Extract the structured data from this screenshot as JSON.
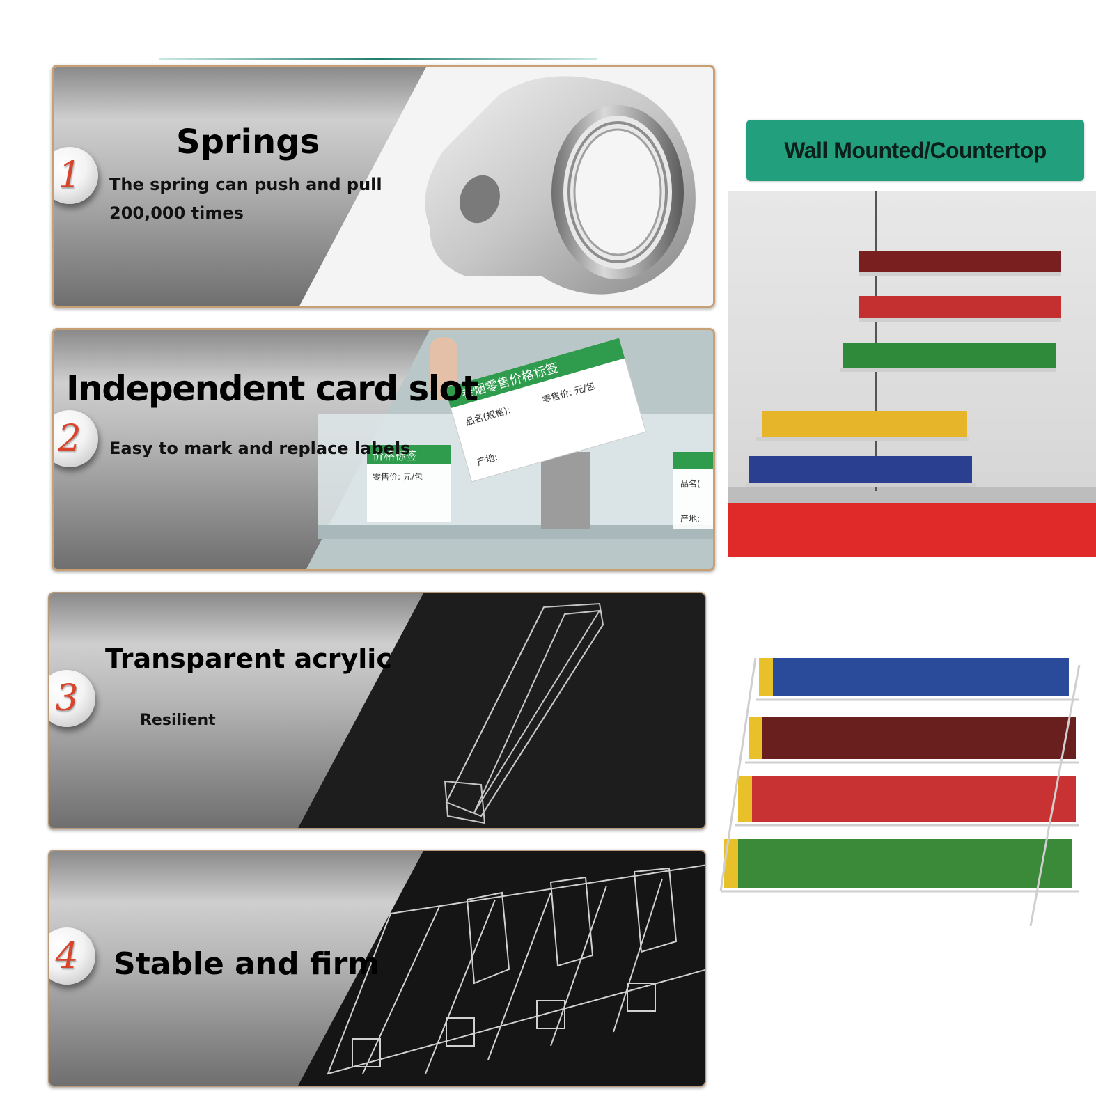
{
  "features": [
    {
      "number": "1",
      "title": "Springs",
      "description": [
        "The spring can push and pull",
        "200,000 times"
      ]
    },
    {
      "number": "2",
      "title": "Independent card slot",
      "description": [
        "Easy to mark and replace labels"
      ]
    },
    {
      "number": "3",
      "title": "Transparent acrylic",
      "description": [
        "Resilient"
      ]
    },
    {
      "number": "4",
      "title": "Stable and firm",
      "description": []
    }
  ],
  "banner": {
    "label": "Wall Mounted/Countertop"
  },
  "colors": {
    "banner": "#22a07e",
    "badge_number": "#d8442c",
    "panel_border": "#c7a074"
  },
  "label_card": {
    "title": "卷烟零售价格标签",
    "name_field": "品名(规格):",
    "price_field": "零售价: 元/包",
    "origin_field": "产地:"
  },
  "label_card_small": {
    "title": "价格标签",
    "price_field": "零售价: 元/包"
  },
  "label_card_right": {
    "name_field": "品名(",
    "origin_field": "产地:"
  }
}
